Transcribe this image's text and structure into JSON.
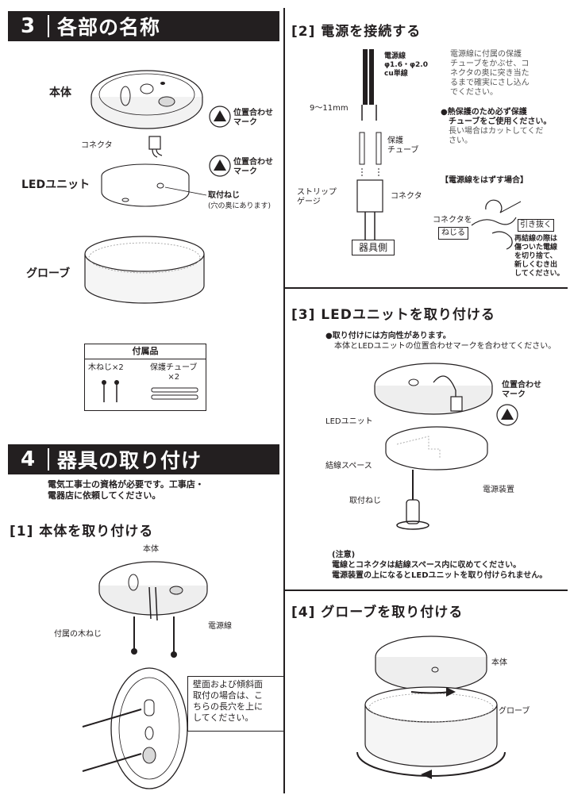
{
  "sec3": {
    "num": "3",
    "title": "各部の名称",
    "body_label": "本体",
    "align_mark_1": "位置合わせ\nマーク",
    "connector": "コネクタ",
    "led_label": "LEDユニット",
    "align_mark_2": "位置合わせ\nマーク",
    "screw": "取付ねじ",
    "screw_note": "(穴の奥にあります)",
    "globe_label": "グローブ",
    "accessories_title": "付属品",
    "acc_screw": "木ねじ×2",
    "acc_tube": "保護チューブ\n×2"
  },
  "sec4": {
    "num": "4",
    "title": "器具の取り付け",
    "note": "電気工事士の資格が必要です。工事店・\n電器店に依頼してください。",
    "step1_title": "[1] 本体を取り付ける",
    "step1_body": "本体",
    "step1_woodscrew": "付属の木ねじ",
    "step1_powerline": "電源線",
    "step1_callout": "壁面および傾斜面\n取付の場合は、こ\nちらの長穴を上に\nしてください。"
  },
  "step2": {
    "title": "[2] 電源を接続する",
    "wire_spec": "電源線\nφ1.6・φ2.0\ncu単線",
    "strip_len": "9～11mm",
    "tube_label": "保護\nチューブ",
    "strip_gauge": "ストリップ\nゲージ",
    "connector": "コネクタ",
    "fixture_side": "器具側",
    "desc": "電源線に付属の保護\nチューブをかぶせ、コ\nネクタの奥に突き当た\nるまで確実にさし込ん\nでください。",
    "warn_bullet": "●熱保護のため必ず保護\n　チューブをご使用ください。",
    "warn_cut": "　長い場合はカットしてくだ\n　さい。",
    "remove_title": "【電源線をはずす場合】",
    "twist": "コネクタを",
    "twist_box": "ねじる",
    "pull_box": "引き抜く",
    "reuse_note": "再結線の際は\n傷ついた電線\nを切り捨て、\n新しくむき出\nしてください。"
  },
  "step3": {
    "title": "[3] LEDユニットを取り付ける",
    "bullet": "●取り付けには方向性があります。",
    "bullet_sub": "本体とLEDユニットの位置合わせマークを合わせてください。",
    "align_mark": "位置合わせ\nマーク",
    "led_unit": "LEDユニット",
    "wiring_space": "結線スペース",
    "power_unit": "電源装置",
    "screw": "取付ねじ",
    "caution_title": "(注意)",
    "caution_1": "電線とコネクタは結線スペース内に収めてください。",
    "caution_2": "電源装置の上になるとLEDユニットを取り付けられません。"
  },
  "step4": {
    "title": "[4] グローブを取り付ける",
    "body": "本体",
    "globe": "グローブ"
  }
}
